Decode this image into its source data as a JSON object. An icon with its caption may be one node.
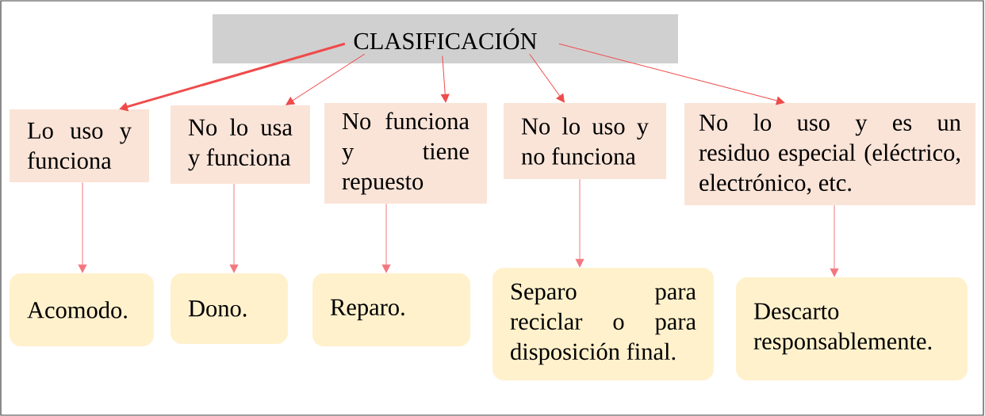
{
  "diagram": {
    "nodes": [
      {
        "text": [
          "CLASIFICACIÓN"
        ]
      },
      {
        "text": [
          "Lo uso y funciona"
        ]
      },
      {
        "text": [
          "No lo usa y funciona"
        ]
      },
      {
        "text": [
          "No funciona y tiene repuesto"
        ]
      },
      {
        "text": [
          "No lo uso y no funciona"
        ]
      },
      {
        "text": [
          "No lo uso y es un residuo especial (eléctrico, electrónico, etc."
        ]
      },
      {
        "text": [
          "Acomodo."
        ]
      },
      {
        "text": [
          "Dono."
        ]
      },
      {
        "text": [
          "Reparo."
        ]
      },
      {
        "text": [
          "Separo para reciclar o para disposición final."
        ]
      },
      {
        "text": [
          "Descarto responsablemente."
        ]
      }
    ],
    "edges": [
      {
        "from": 0,
        "to": 1,
        "arrow": "to",
        "style": "thick"
      },
      {
        "from": 0,
        "to": 2,
        "arrow": "to"
      },
      {
        "from": 0,
        "to": 3,
        "arrow": "to"
      },
      {
        "from": 0,
        "to": 4,
        "arrow": "to"
      },
      {
        "from": 0,
        "to": 5,
        "arrow": "to"
      },
      {
        "from": 1,
        "to": 6,
        "arrow": "to",
        "color": "#f4777f"
      },
      {
        "from": 2,
        "to": 7,
        "arrow": "to",
        "color": "#f4777f"
      },
      {
        "from": 3,
        "to": 8,
        "arrow": "to",
        "color": "#f4777f"
      },
      {
        "from": 4,
        "to": 9,
        "arrow": "to",
        "color": "#f4777f"
      },
      {
        "from": 5,
        "to": 10,
        "arrow": "to",
        "color": "#f4777f"
      }
    ]
  }
}
